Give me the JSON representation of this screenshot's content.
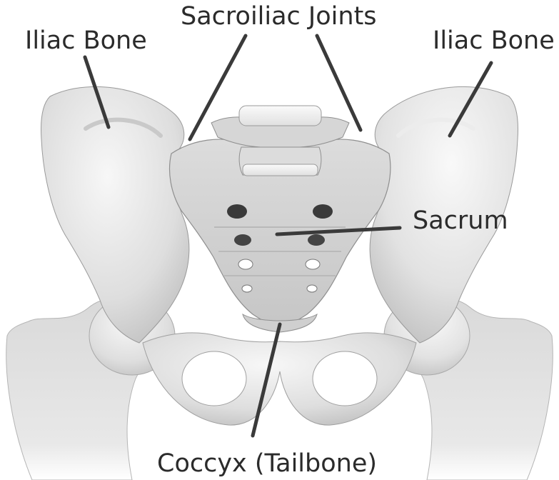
{
  "labels": {
    "iliac_left": "Iliac Bone",
    "iliac_right": "Iliac Bone",
    "sacroiliac": "Sacroiliac Joints",
    "sacrum": "Sacrum",
    "coccyx": "Coccyx (Tailbone)"
  },
  "colors": {
    "bone_light": "#f2f2f2",
    "bone_mid": "#d4d4d4",
    "bone_shadow": "#a9a9a9",
    "foramen": "#3a3a3a",
    "leader": "#3a3a3a",
    "text": "#2b2b2b"
  }
}
